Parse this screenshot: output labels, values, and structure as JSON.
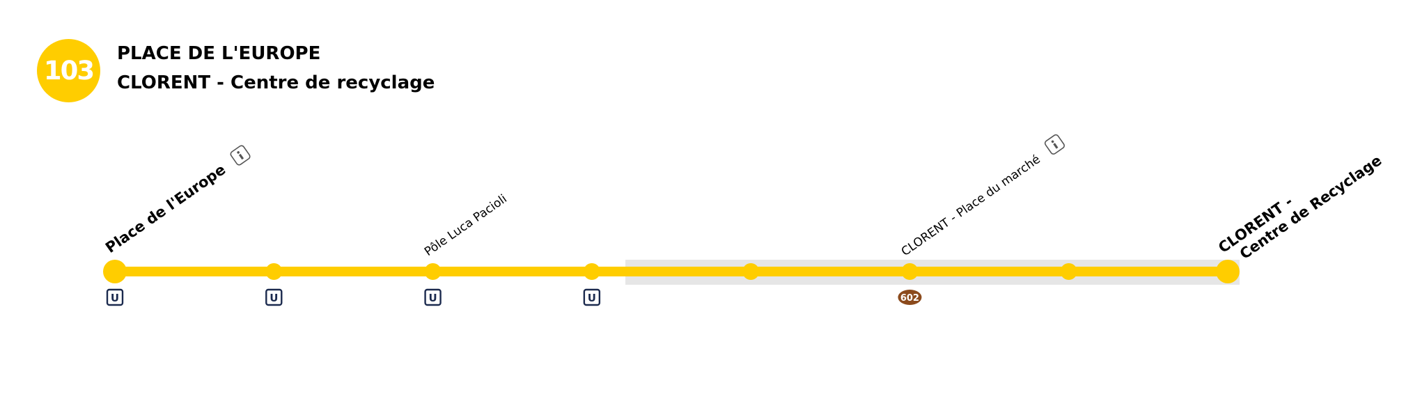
{
  "line": {
    "number": "103",
    "color": "#FFCD00",
    "direction_from": "PLACE DE L'EUROPE",
    "direction_to": "CLORENT - Centre de recyclage"
  },
  "zone_highlight_color": "#E6E6E6",
  "stops": [
    {
      "label": "Place de l'Europe",
      "terminal": true,
      "info": true,
      "connection": "U"
    },
    {
      "label": "",
      "terminal": false,
      "info": false,
      "connection": "U"
    },
    {
      "label": "Pôle Luca Pacioli",
      "terminal": false,
      "info": false,
      "connection": "U"
    },
    {
      "label": "",
      "terminal": false,
      "info": false,
      "connection": "U"
    },
    {
      "label": "",
      "terminal": false,
      "info": false,
      "connection": ""
    },
    {
      "label": "CLORENT - Place du marché",
      "terminal": false,
      "info": true,
      "connection": "602"
    },
    {
      "label": "",
      "terminal": false,
      "info": false,
      "connection": ""
    },
    {
      "label": "CLORENT -",
      "label_line2": "Centre de Recyclage",
      "terminal": true,
      "info": false,
      "connection": ""
    }
  ],
  "connection_styles": {
    "U": {
      "text": "U",
      "color": "#1B2A4E",
      "shape": "square"
    },
    "602": {
      "text": "602",
      "color": "#8B4A1C",
      "shape": "oval"
    }
  }
}
